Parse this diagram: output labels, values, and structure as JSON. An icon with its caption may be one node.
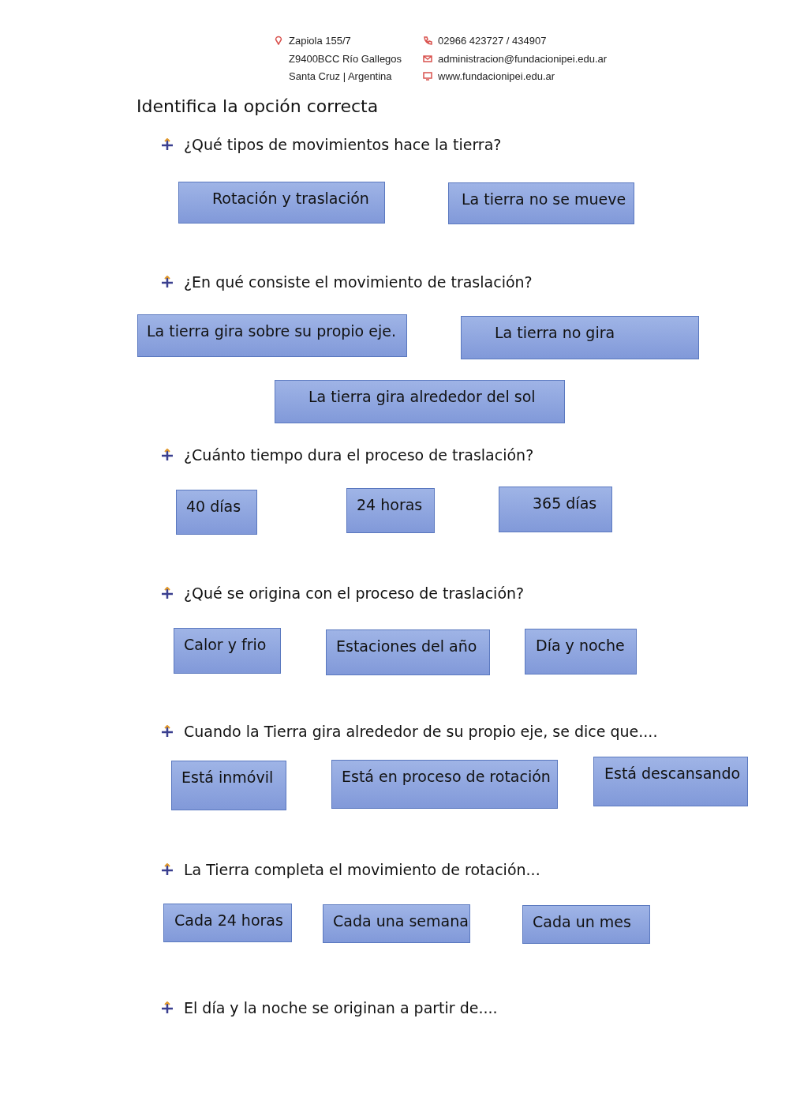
{
  "diagram": {
    "title": "Identifica la opción correcta",
    "nodes": [
      {
        "text": [
          "Rotación y traslación"
        ]
      },
      {
        "text": [
          "La tierra no se mueve"
        ]
      },
      {
        "text": [
          "La tierra gira sobre su propio eje."
        ]
      },
      {
        "text": [
          "La tierra no gira"
        ]
      },
      {
        "text": [
          "La tierra gira alrededor del sol"
        ]
      },
      {
        "text": [
          "40 días"
        ]
      },
      {
        "text": [
          "24 horas"
        ]
      },
      {
        "text": [
          "365 días"
        ]
      },
      {
        "text": [
          "Calor y frio"
        ]
      },
      {
        "text": [
          "Estaciones del año"
        ]
      },
      {
        "text": [
          "Día y noche"
        ]
      },
      {
        "text": [
          "Está inmóvil"
        ]
      },
      {
        "text": [
          "Está en proceso de rotación"
        ]
      },
      {
        "text": [
          "Está descansando"
        ]
      },
      {
        "text": [
          "Cada 24 horas"
        ]
      },
      {
        "text": [
          "Cada una semana"
        ]
      },
      {
        "text": [
          "Cada un mes"
        ]
      }
    ],
    "labels": [
      "Zapiola 155/7",
      "02966 423727 / 434907",
      "Z9400BCC Río Gallegos",
      "administracion@fundacionipei.edu.ar",
      "Santa Cruz | Argentina",
      "www.fundacionipei.edu.ar",
      "¿Qué tipos de movimientos hace la tierra?",
      "¿En qué consiste el movimiento de traslación?",
      "¿Cuánto tiempo dura el proceso de traslación?",
      "¿Qué se origina con el proceso de traslación?",
      "Cuando la Tierra gira alrededor de su propio eje, se dice que....",
      "La Tierra completa el movimiento de rotación...",
      "El día y la noche se originan a partir de...."
    ]
  }
}
